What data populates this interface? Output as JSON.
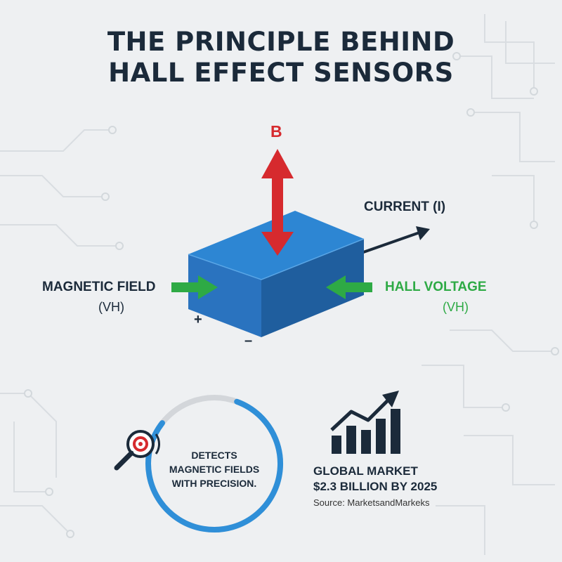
{
  "title": {
    "line1": "THE PRINCIPLE BEHIND",
    "line2": "HALL EFFECT SENSORS"
  },
  "diagram": {
    "b_label": "B",
    "current_label": "CURRENT (I)",
    "magnetic_field_label": "MAGNETIC FIELD",
    "magnetic_field_sub": "(VH)",
    "hall_voltage_label": "HALL VOLTAGE",
    "hall_voltage_sub": "(VH)",
    "plus_sign": "+",
    "minus_sign": "–"
  },
  "detects": {
    "line1": "DETECTS",
    "line2": "MAGNETIC FIELDS",
    "line3": "WITH PRECISION.",
    "progress_fraction": 0.8
  },
  "market": {
    "line1": "GLOBAL MARKET",
    "line2": "$2.3 BILLION BY 2025",
    "source": "Source: MarketsandMarkeks"
  },
  "colors": {
    "dark": "#1b2a3a",
    "red": "#d62a2e",
    "green": "#2eaa45",
    "blue": "#2b7fd0",
    "ring_blue": "#2f8fd8",
    "ring_grey": "#d3d6da"
  },
  "icons": [
    "magnifier-icon",
    "bar-chart-growth-icon"
  ]
}
